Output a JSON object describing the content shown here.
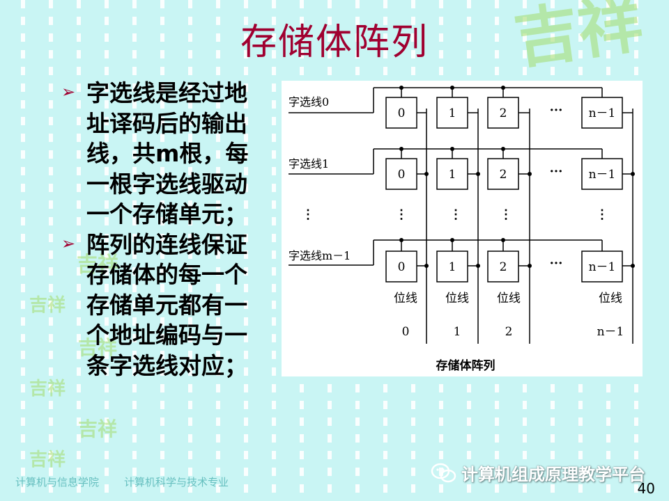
{
  "slide": {
    "title": "存储体阵列",
    "bullets": [
      "字选线是经过地址译码后的输出线，共m根，每一根字选线驱动一个存储单元；",
      "阵列的连线保证存储体的每一个存储单元都有一个地址编码与一条字选线对应；"
    ],
    "decorative_text": "吉祥",
    "page_number": "40"
  },
  "diagram": {
    "caption": "存储体阵列",
    "rows": [
      {
        "label": "字选线0",
        "cells": [
          "0",
          "1",
          "2",
          "n－1"
        ]
      },
      {
        "label": "字选线1",
        "cells": [
          "0",
          "1",
          "2",
          "n－1"
        ]
      },
      {
        "label": "字选线m－1",
        "cells": [
          "0",
          "1",
          "2",
          "n－1"
        ]
      }
    ],
    "ellipsis_h": "···",
    "ellipsis_v": "⋮",
    "bitlines": [
      {
        "word": "位线",
        "index": "0"
      },
      {
        "word": "位线",
        "index": "1"
      },
      {
        "word": "位线",
        "index": "2"
      },
      {
        "word": "位线",
        "index": "n－1"
      }
    ]
  },
  "footer": {
    "school": "计算机与信息学院",
    "major": "计算机科学与技术专业",
    "wechat_account": "计算机组成原理教学平台"
  },
  "colors": {
    "background": "#c9f5f4",
    "title": "#a00030",
    "accent_green": "#a4dd6c",
    "footer_text": "#66bfbf"
  }
}
